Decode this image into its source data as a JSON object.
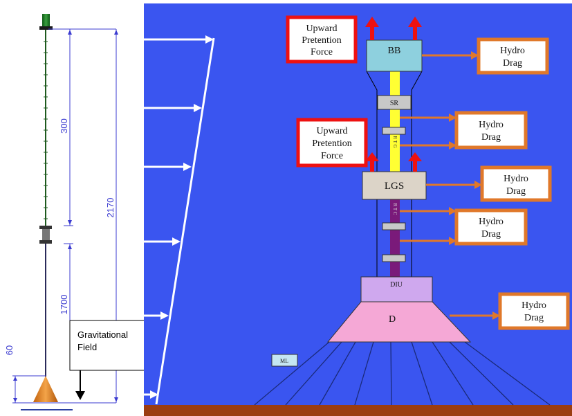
{
  "left_drawing": {
    "dimensions": {
      "top_section": "300",
      "overall": "2170",
      "bottom_section": "1700",
      "base": "60"
    },
    "gravity_label_line1": "Gravitational",
    "gravity_label_line2": "Field"
  },
  "right_diagram": {
    "colors": {
      "water": "#3a55f0",
      "seabed": "#9b3d12",
      "arrow_red": "#ee1111",
      "arrow_orange": "#e0782a"
    },
    "components": {
      "bb": "BB",
      "sr": "SR",
      "rtg": "R T G",
      "lgs": "LGS",
      "rtc": "R T C",
      "diu": "DIU",
      "d": "D",
      "ml": "ML"
    },
    "pretention_boxes": [
      {
        "line1": "Upward",
        "line2": "Pretention",
        "line3": "Force"
      },
      {
        "line1": "Upward",
        "line2": "Pretention",
        "line3": "Force"
      }
    ],
    "drag_boxes": [
      {
        "line1": "Hydro",
        "line2": "Drag"
      },
      {
        "line1": "Hydro",
        "line2": "Drag"
      },
      {
        "line1": "Hydro",
        "line2": "Drag"
      },
      {
        "line1": "Hydro",
        "line2": "Drag"
      },
      {
        "line1": "Hydro",
        "line2": "Drag"
      }
    ]
  }
}
